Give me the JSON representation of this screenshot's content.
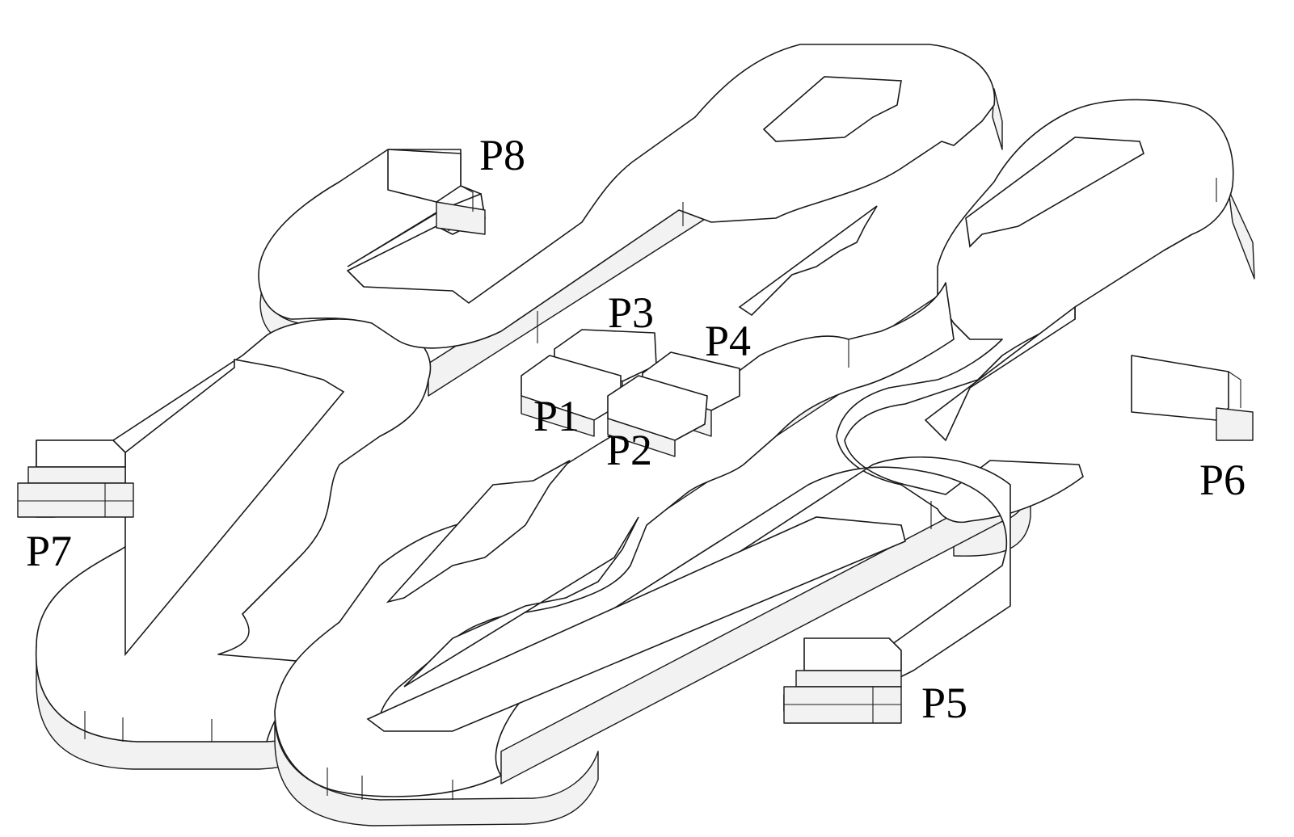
{
  "figure": {
    "background": "#ffffff",
    "line_color": "#1a1a1a",
    "fill_color": "#ffffff",
    "side_color": "#f2f2f2"
  },
  "labels": {
    "p1": "P1",
    "p2": "P2",
    "p3": "P3",
    "p4": "P4",
    "p5": "P5",
    "p6": "P6",
    "p7": "P7",
    "p8": "P8"
  }
}
